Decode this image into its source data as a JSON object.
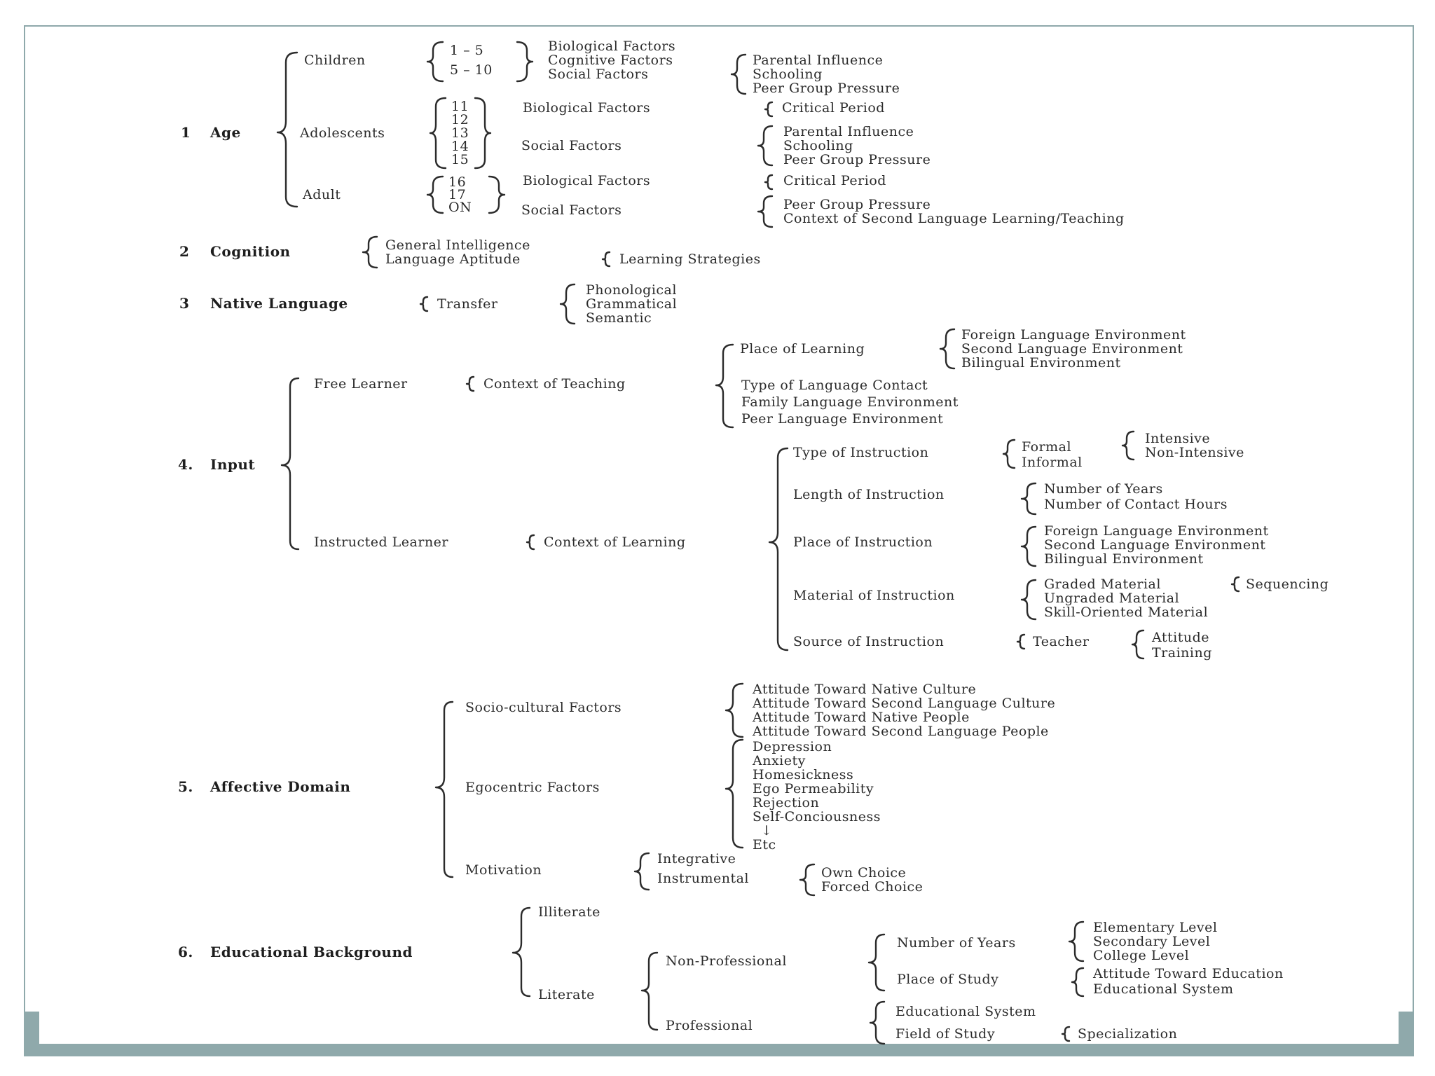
{
  "diagram": {
    "sections": {
      "age": {
        "number": "1",
        "title": "Age",
        "children": {
          "label": "Children",
          "ranges": [
            "1 – 5",
            "5 – 10"
          ],
          "factors": [
            "Biological Factors",
            "Cognitive Factors",
            "Social Factors"
          ],
          "influences": [
            "Parental Influence",
            "Schooling",
            "Peer Group Pressure"
          ]
        },
        "adolescents": {
          "label": "Adolescents",
          "ages": [
            "11",
            "12",
            "13",
            "14",
            "15"
          ],
          "biological": "Biological Factors",
          "biological_sub": "Critical Period",
          "social": "Social Factors",
          "social_sub": [
            "Parental Influence",
            "Schooling",
            "Peer Group Pressure"
          ]
        },
        "adult": {
          "label": "Adult",
          "ages": [
            "16",
            "17",
            "ON"
          ],
          "biological": "Biological Factors",
          "biological_sub": "Critical Period",
          "social": "Social Factors",
          "social_sub": [
            "Peer Group Pressure",
            "Context of Second Language Learning/Teaching"
          ]
        }
      },
      "cognition": {
        "number": "2",
        "title": "Cognition",
        "items": [
          "General Intelligence",
          "Language Aptitude"
        ],
        "sub": "Learning Strategies"
      },
      "native_language": {
        "number": "3",
        "title": "Native Language",
        "transfer": "Transfer",
        "items": [
          "Phonological",
          "Grammatical",
          "Semantic"
        ]
      },
      "input": {
        "number": "4.",
        "title": "Input",
        "free": {
          "label": "Free Learner",
          "context": "Context of Teaching",
          "place": "Place of Learning",
          "place_sub": [
            "Foreign Language Environment",
            "Second Language Environment",
            "Bilingual Environment"
          ],
          "others": [
            "Type of Language Contact",
            "Family Language Environment",
            "Peer Language Environment"
          ]
        },
        "instructed": {
          "label": "Instructed Learner",
          "context": "Context of Learning",
          "type": "Type of Instruction",
          "type_sub": [
            "Formal",
            "Informal"
          ],
          "formal_sub": [
            "Intensive",
            "Non-Intensive"
          ],
          "length": "Length of Instruction",
          "length_sub": [
            "Number of Years",
            "Number of Contact Hours"
          ],
          "place": "Place of Instruction",
          "place_sub": [
            "Foreign Language Environment",
            "Second Language Environment",
            "Bilingual Environment"
          ],
          "material": "Material of Instruction",
          "material_sub": [
            "Graded Material",
            "Ungraded Material",
            "Skill-Oriented Material"
          ],
          "graded_sub": "Sequencing",
          "source": "Source of Instruction",
          "source_sub": "Teacher",
          "teacher_sub": [
            "Attitude",
            "Training"
          ]
        }
      },
      "affective": {
        "number": "5.",
        "title": "Affective Domain",
        "socio": {
          "label": "Socio-cultural Factors",
          "items": [
            "Attitude Toward Native Culture",
            "Attitude Toward Second Language Culture",
            "Attitude Toward Native People",
            "Attitude Toward Second Language People"
          ]
        },
        "ego": {
          "label": "Egocentric Factors",
          "items": [
            "Depression",
            "Anxiety",
            "Homesickness",
            "Ego Permeability",
            "Rejection",
            "Self-Conciousness"
          ],
          "arrow": "↓",
          "etc": "Etc"
        },
        "motivation": {
          "label": "Motivation",
          "items": [
            "Integrative",
            "Instrumental"
          ],
          "instrumental_sub": [
            "Own Choice",
            "Forced Choice"
          ]
        }
      },
      "education": {
        "number": "6.",
        "title": "Educational Background",
        "illiterate": "Illiterate",
        "literate": "Literate",
        "nonprof": {
          "label": "Non-Professional",
          "years": "Number of Years",
          "years_sub": [
            "Elementary Level",
            "Secondary Level",
            "College Level"
          ],
          "place": "Place of Study",
          "place_sub": [
            "Attitude Toward Education",
            "Educational System"
          ]
        },
        "prof": {
          "label": "Professional",
          "items": [
            "Educational System",
            "Field of Study"
          ],
          "field_sub": "Specialization"
        }
      }
    }
  }
}
